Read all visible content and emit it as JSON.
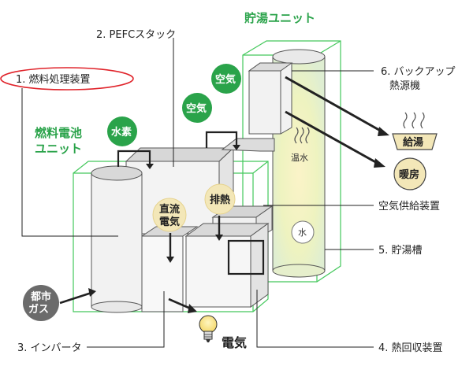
{
  "units": {
    "fuel_cell_line1": "燃料電池",
    "fuel_cell_line2": "ユニット",
    "storage": "貯湯ユニット"
  },
  "labels": {
    "fuel_processor": "1. 燃料処理装置",
    "pefc_stack": "2. PEFCスタック",
    "inverter": "3. インバータ",
    "heat_recovery": "4. 熱回収装置",
    "storage_tank": "5. 貯湯槽",
    "backup_line1": "6. バックアップ",
    "backup_line2": "熱源機",
    "air_supply": "空気供給装置"
  },
  "bubbles": {
    "hydrogen": "水素",
    "air1": "空気",
    "air2": "空気",
    "dc_line1": "直流",
    "dc_line2": "電気",
    "exhaust_heat": "排熱",
    "water": "水",
    "gas_line1": "都市",
    "gas_line2": "ガス"
  },
  "outputs": {
    "hot_water_supply": "給湯",
    "heating": "暖房",
    "electricity": "電気",
    "warm_water": "温水"
  },
  "colors": {
    "green": "#2aa34a",
    "outline_green": "#44c85c",
    "dark_gray": "#6b6b6b",
    "tag_bg": "#f3e7b8",
    "highlight_red": "#e0232a"
  }
}
